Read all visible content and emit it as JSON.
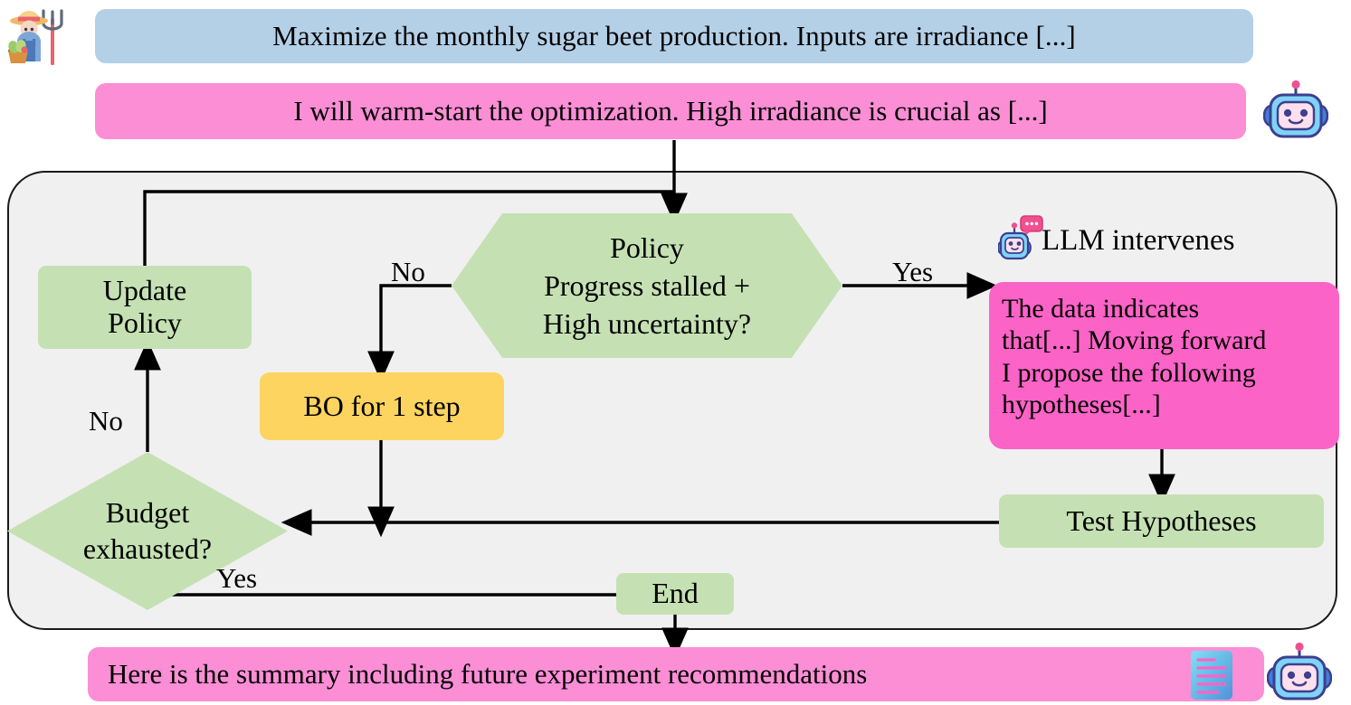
{
  "conversation": {
    "user_request": "Maximize the monthly sugar beet production. Inputs are irradiance [...]",
    "llm_warmstart": "I will warm-start the optimization. High irradiance is crucial as [...]",
    "llm_summary": "Here is the summary including future experiment recommendations"
  },
  "flow": {
    "update_policy": {
      "line1": "Update",
      "line2": "Policy"
    },
    "policy_decision": {
      "line1": "Policy",
      "line2": "Progress stalled +",
      "line3": "High uncertainty?"
    },
    "bo_step": "BO for 1 step",
    "budget_decision": {
      "line1": "Budget",
      "line2": "exhausted?"
    },
    "test_hypotheses": "Test Hypotheses",
    "end": "End",
    "llm_intervenes_caption": "LLM intervenes",
    "llm_hypothesis": {
      "line1": "The data indicates",
      "line2": "that[...] Moving forward",
      "line3": "I propose the following",
      "line4": "hypotheses[...]"
    }
  },
  "edge_labels": {
    "policy_no": "No",
    "policy_yes": "Yes",
    "budget_no": "No",
    "budget_yes": "Yes"
  },
  "icons": {
    "farmer": "farmer-icon",
    "robot_warmstart": "robot-icon",
    "robot_intervenes": "robot-speech-icon",
    "robot_summary": "robot-icon",
    "report": "report-document-icon"
  },
  "colors": {
    "user_bubble": "#b4d0e7",
    "llm_bubble": "#fc8ed6",
    "llm_hypothesis_bubble": "#fc63c7",
    "process_green": "#c5e1b4",
    "bo_yellow": "#fcd45f",
    "container_bg": "#f0f0f0",
    "stroke": "#1a1a1a"
  }
}
